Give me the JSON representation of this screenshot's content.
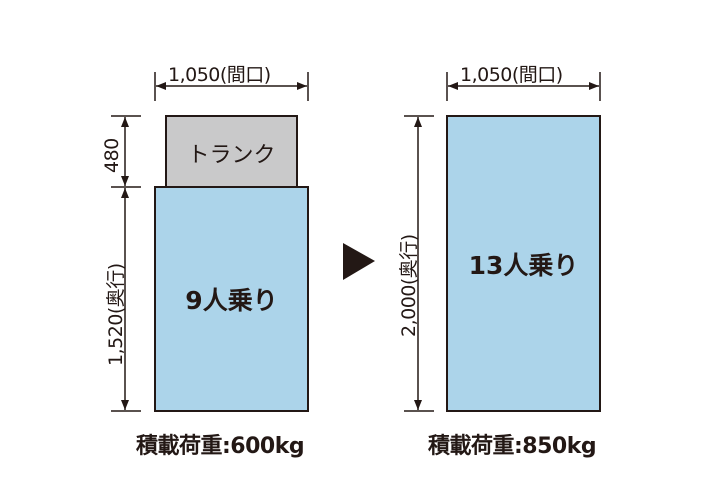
{
  "colors": {
    "car_fill": "#acd4ea",
    "trunk_fill": "#c9c9ca",
    "stroke": "#231815",
    "background": "#ffffff"
  },
  "before": {
    "width_label": "1,050(間口)",
    "trunk_height_label": "480",
    "depth_label": "1,520(奥行)",
    "trunk_label": "トランク",
    "capacity_label": "9人乗り",
    "load_label": "積載荷重:600kg"
  },
  "after": {
    "width_label": "1,050(間口)",
    "depth_label": "2,000(奥行)",
    "capacity_label": "13人乗り",
    "load_label": "積載荷重:850kg"
  },
  "arrow_icon": "right-triangle-arrow"
}
